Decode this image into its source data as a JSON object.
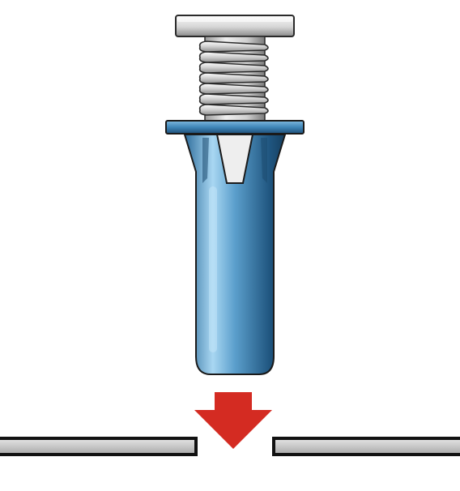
{
  "diagram": {
    "components": [
      {
        "id": "screw-head",
        "label": ""
      },
      {
        "id": "screw-thread",
        "label": ""
      },
      {
        "id": "anchor-collar",
        "label": ""
      },
      {
        "id": "anchor-sleeve",
        "label": ""
      },
      {
        "id": "insertion-arrow",
        "label": ""
      },
      {
        "id": "panel-left",
        "label": ""
      },
      {
        "id": "panel-right",
        "label": ""
      }
    ],
    "colors": {
      "anchor_blue": "#3f86b8",
      "anchor_dark": "#1f4f78",
      "anchor_light": "#9fd0ee",
      "screw_light": "#f2f2f2",
      "screw_mid": "#bdbdbd",
      "screw_dark": "#6f6f6f",
      "arrow_red": "#d42b22",
      "panel_gray": "#c8c8c8",
      "outline": "#1a1a1a"
    }
  }
}
